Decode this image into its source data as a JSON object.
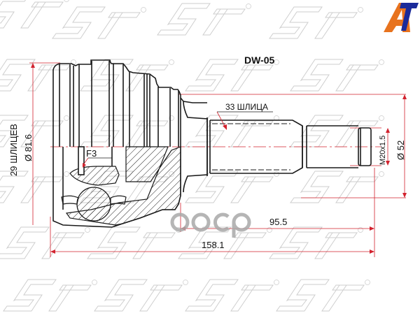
{
  "drawing": {
    "part_code": "DW-05",
    "dimensions": {
      "inner_splines": "29 ШЛИЦЕВ",
      "outer_diameter": "Ø 81.6",
      "shaft_splines": "33 ШЛИЦА",
      "thread": "M20x1.5",
      "shaft_diameter": "Ø 52",
      "section_label": "F3",
      "shaft_length": "95.5",
      "total_length": "158.1"
    },
    "watermark_text": "SAT",
    "overlay_watermark": "ооср"
  },
  "branding": {
    "logo_letters": "AT",
    "logo_colors": {
      "a": "#e8731e",
      "t": "#1a2a9a"
    }
  },
  "colors": {
    "outline": "#1a1a1a",
    "dimension_line": "#d2222e",
    "watermark": "#c8c8c8"
  }
}
